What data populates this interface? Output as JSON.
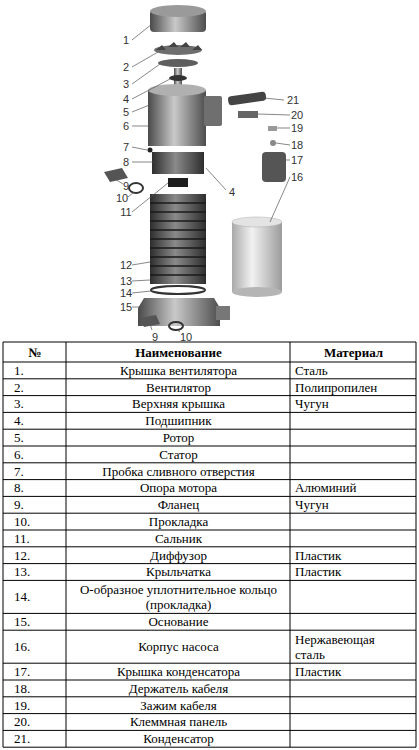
{
  "diagram": {
    "labels": [
      "1",
      "2",
      "3",
      "4",
      "5",
      "6",
      "7",
      "8",
      "9",
      "10",
      "11",
      "12",
      "13",
      "14",
      "15",
      "9",
      "10",
      "21",
      "20",
      "19",
      "18",
      "17",
      "16",
      "4",
      "№",
      "Наименование",
      "Материал",
      "1.",
      "Крышка вентилятора",
      "Сталь",
      "2.",
      "Вентилятор",
      "Полипропилен",
      "3.",
      "Верхняя крышка",
      "Чугун",
      "4.",
      "Подшипник",
      "5.",
      "Ротор",
      "6.",
      "Статор",
      "7.",
      "Пробка сливного отверстия",
      "8.",
      "Опора мотора",
      "Алюминий",
      "9.",
      "Фланец",
      "Чугун",
      "10.",
      "Прокладка",
      "11.",
      "Сальник",
      "12.",
      "Диффузор",
      "Пластик",
      "13.",
      "Крыльчатка",
      "Пластик",
      "14.",
      "О-образное уплотнительное кольцо (прокладка)",
      "15.",
      "Основание",
      "16.",
      "Корпус насоса",
      "Нержавеющая сталь",
      "17.",
      "Крышка конденсатора",
      "Пластик",
      "18.",
      "Держатель кабеля",
      "19.",
      "Зажим кабеля",
      "20.",
      "Клеммная панель",
      "21.",
      "Конденсатор"
    ]
  }
}
